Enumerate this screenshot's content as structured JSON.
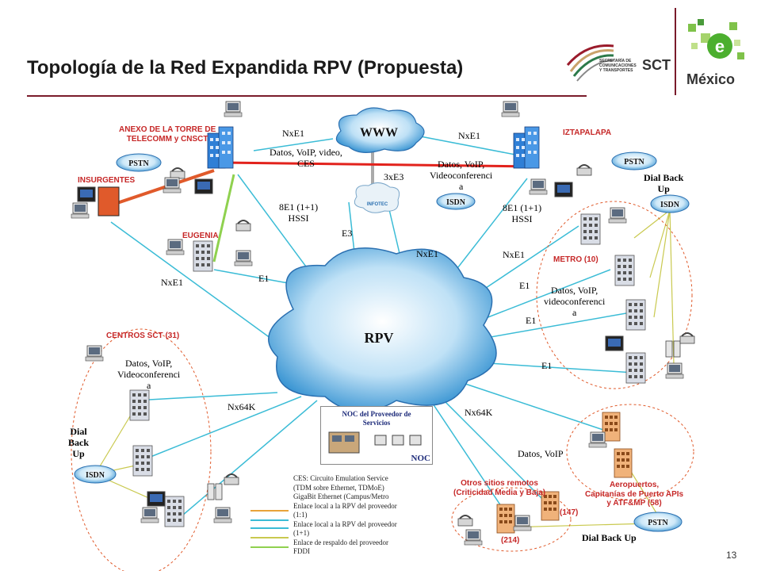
{
  "header": {
    "title": "Topología de la Red Expandida RPV (Propuesta)",
    "sct_logo_text": [
      "SECRETARÍA DE",
      "COMUNICACIONES",
      "Y TRANSPORTES"
    ],
    "sct_acronym": "SCT",
    "emexico_text": "México",
    "emexico_letter": "e"
  },
  "clouds": {
    "www": "WWW",
    "rpv": "RPV",
    "isdn_top": "ISDN",
    "isdn_right": "ISDN",
    "isdn_left": "ISDN",
    "pstn_left": "PSTN",
    "pstn_right": "PSTN",
    "pstn_bottom": "PSTN",
    "infotec": "INFOTEC"
  },
  "sites": {
    "anexo": "ANEXO DE LA TORRE DE\nTELECOMM y CNSCT",
    "insurgentes": "INSURGENTES",
    "eugenia": "EUGENIA",
    "iztapalapa": "IZTAPALAPA",
    "metro": "METRO (10)",
    "centros": "CENTROS SCT (31)",
    "otros": "Otros sitios remotos\n(Criticidad Media y Baja)",
    "aeropuertos": "Aeropuertos,\nCapitanías de Puerto APIs\ny ATF&MP (58)",
    "n147": "(147)",
    "n214": "(214)"
  },
  "links": {
    "nxe1_top_left": "NxE1",
    "nxe1_top_right": "NxE1",
    "datos_voip_video_ces": "Datos, VoIP, video,\nCES",
    "three_x_e3": "3xE3",
    "datos_voip_video_iz": "Datos, VoIP,\nVideoconferenci\na",
    "dial_back_up_top": "Dial Back\nUp",
    "e8_left": "8E1 (1+1)\nHSSI",
    "e8_right": "8E1 (1+1)\nHSSI",
    "e3": "E3",
    "nxe1_center": "NxE1",
    "nxe1_metro": "NxE1",
    "nxe1_left": "NxE1",
    "e1_eugenia": "E1",
    "e1_metro_1": "E1",
    "e1_metro_2": "E1",
    "e1_metro_3": "E1",
    "datos_voip_metro": "Datos, VoIP,\nvideoconferenci\na",
    "datos_voip_centros": "Datos, VoIP,\nVideoconferenci\na",
    "nx64k_left": "Nx64K",
    "nx64k_right": "Nx64K",
    "datos_voip_aero": "Datos, VoIP",
    "dial_back_up_left": "Dial\nBack\nUp",
    "dial_back_up_bottom": "Dial Back Up"
  },
  "noc": {
    "title": "NOC del Proveedor de\nServicios",
    "label": "NOC"
  },
  "legend": [
    {
      "text": "CES: Circuito Emulation Service",
      "color": ""
    },
    {
      "text": "(TDM sobre Ethernet, TDMoE)",
      "color": ""
    },
    {
      "text": "GigaBit Ethernet (Campus/Metro",
      "color": ""
    },
    {
      "text": "Enlace local a la RPV del proveedor",
      "color": "#e8a33a"
    },
    {
      "text": "(1:1)",
      "color": ""
    },
    {
      "text": "Enlace local a la RPV del proveedor",
      "color": "#3bbcd6"
    },
    {
      "text": "(1+1)",
      "color": ""
    },
    {
      "text": "Enlace de respaldo del proveedor",
      "color": "#c9c94f"
    },
    {
      "text": "FDDI",
      "color": "#8fd14f"
    }
  ],
  "page_number": "13",
  "colors": {
    "accent_maroon": "#7a1b2b",
    "link_cyan": "#3bbcd6",
    "link_yellow": "#c9c94f",
    "link_red": "#e2221c",
    "link_orange": "#e05a2b",
    "link_green": "#8fd14f",
    "cloud_blue": "#4aa3df",
    "label_red": "#c62828"
  }
}
